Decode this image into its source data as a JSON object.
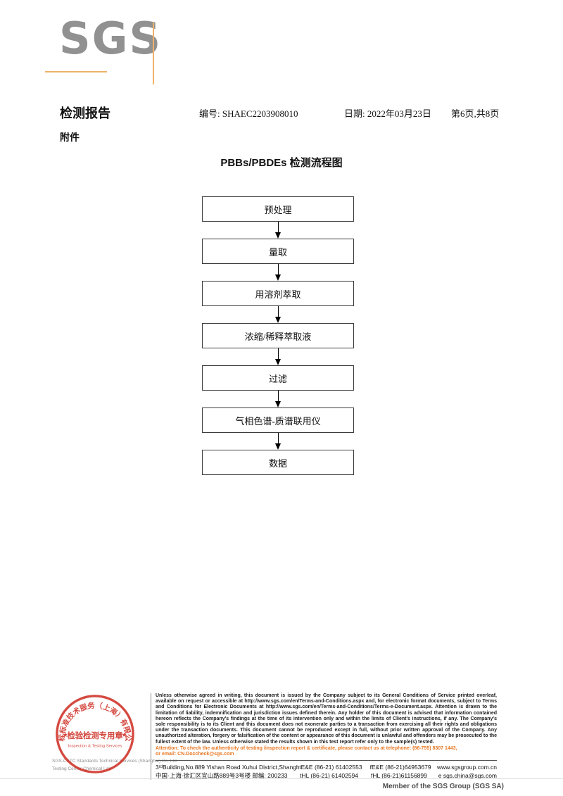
{
  "header": {
    "logo_text": "SGS",
    "report_title": "检测报告",
    "number_label": "编号:",
    "number_value": "SHAEC2203908010",
    "date_label": "日期:",
    "date_value": "2022年03月23日",
    "page_info": "第6页,共8页",
    "attachment_label": "附件"
  },
  "flowchart": {
    "title": "PBBs/PBDEs 检测流程图",
    "steps": [
      "预处理",
      "量取",
      "用溶剂萃取",
      "浓缩/稀释萃取液",
      "过滤",
      "气相色谱-质谱联用仪",
      "数据"
    ]
  },
  "footer": {
    "disclaimer": "Unless otherwise agreed in writing, this document is issued by the Company subject to its General Conditions of Service printed overleaf, available on request or accessible at http://www.sgs.com/en/Terms-and-Conditions.aspx and, for electronic format documents, subject to Terms and Conditions for Electronic Documents at http://www.sgs.com/en/Terms-and-Conditions/Terms-e-Document.aspx. Attention is drawn to the limitation of liability, indemnification and jurisdiction issues defined therein. Any holder of this document is advised that information contained hereon reflects the Company's findings at the time of its intervention only and within the limits of Client's instructions, if any. The Company's sole responsibility is to its Client and this document does not exonerate parties to a transaction from exercising all their rights and obligations under the transaction documents. This document cannot be reproduced except in full, without prior written approval of the Company. Any unauthorized alteration, forgery or falsification of the content or appearance of this document is unlawful and offenders may be prosecuted to the fullest extent of the law. Unless otherwise stated the results shown in this test report refer only to the sample(s) tested.",
    "attention_line1": "Attention: To check the authenticity of testing /inspection report & certificate, please contact us at telephone: (86-755) 8307 1443,",
    "attention_line2": "or email: CN.Doccheck@sgs.com",
    "address_rows": [
      {
        "address": "3ʳᵈBuilding,No.889 Yishan Road Xuhui District,Shanghai China   200233",
        "tel": "tE&E (86-21) 61402553",
        "fax": "fE&E (86-21)64953679",
        "link": "www.sgsgroup.com.cn"
      },
      {
        "address": "中国·上海·徐汇区宜山路889号3号楼    邮编: 200233",
        "tel": "tHL (86-21) 61402594",
        "fax": "fHL (86-21)61156899",
        "link": "e  sgs.china@sgs.com"
      }
    ],
    "company_line1": "SGS-CSTC Standards Technical Services (Shanghai) Co.,Ltd.",
    "company_line2": "Testing Center-Chemical Lab",
    "stamp": {
      "ring_text": "通标标准技术服务（上海）有限公司",
      "center_text": "检验检测专用章",
      "center_sub": "Inspection & Testing Services",
      "star": "★"
    },
    "member_text": "Member of the SGS Group (SGS SA)"
  },
  "colors": {
    "accent_orange": "#edb269",
    "attention_orange": "#e87722",
    "stamp_red": "#cf3126",
    "logo_gray": "#919191"
  }
}
